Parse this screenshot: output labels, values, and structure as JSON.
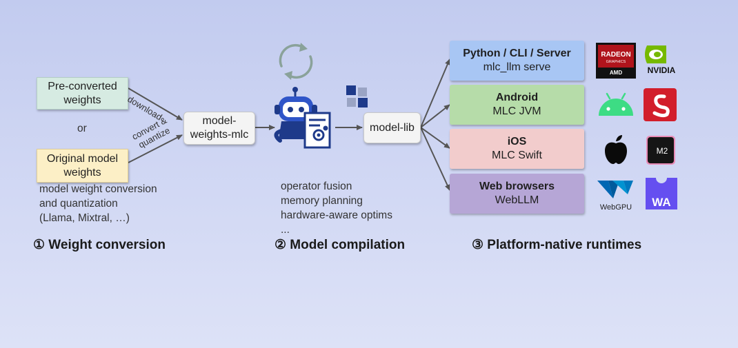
{
  "weight_conversion": {
    "preconverted": [
      "Pre-converted",
      "weights"
    ],
    "or_label": "or",
    "original": [
      "Original model",
      "weights"
    ],
    "download_label": "download",
    "convert_label": [
      "convert &",
      "quantize"
    ],
    "weights_box": [
      "model-",
      "weights-mlc"
    ],
    "description": [
      "model weight conversion",
      "and quantization",
      "(Llama, Mixtral, …)"
    ],
    "step_label": "① Weight conversion"
  },
  "model_compilation": {
    "model_lib": "model-lib",
    "optimizations": [
      "operator fusion",
      "memory planning",
      "hardware-aware optims",
      "..."
    ],
    "step_label": "② Model compilation"
  },
  "runtimes": {
    "platforms": [
      {
        "title": "Python / CLI / Server",
        "subtitle": "mlc_llm serve",
        "color": "#a8c6f4"
      },
      {
        "title": "Android",
        "subtitle": "MLC JVM",
        "color": "#b6dca9"
      },
      {
        "title": "iOS",
        "subtitle": "MLC Swift",
        "color": "#f2cccc"
      },
      {
        "title": "Web browsers",
        "subtitle": "WebLLM",
        "color": "#b6a6d6"
      }
    ],
    "logos": {
      "radeon": [
        "RADEON",
        "GRAPHICS",
        "AMD"
      ],
      "nvidia": "NVIDIA",
      "m2": "M2",
      "webgpu": "WebGPU",
      "wasm": "WA"
    },
    "step_label": "③ Platform-native runtimes"
  },
  "colors": {
    "preconverted_fill": "#d6ebe2",
    "original_fill": "#fcefc6",
    "arrow": "#555555",
    "robot_blue": "#1e3a8a"
  }
}
